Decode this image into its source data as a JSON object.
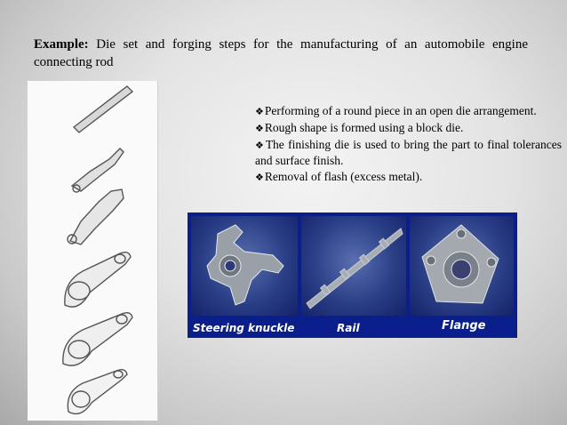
{
  "heading": {
    "lead": "Example:",
    "text": " Die set and forging steps for the manufacturing of an automobile engine connecting rod"
  },
  "bullets": {
    "marker": "❖",
    "items": [
      "Performing of a round piece in an open die arrangement.",
      "Rough shape is formed using a block die.",
      "The finishing die is used to bring the part to final tolerances and surface finish.",
      "Removal of flash (excess metal)."
    ]
  },
  "photos": {
    "captions": [
      "Steering knuckle",
      "Rail",
      "Flange"
    ]
  },
  "colors": {
    "strip_background": "#0a1f8c",
    "caption": "#ffffff"
  }
}
